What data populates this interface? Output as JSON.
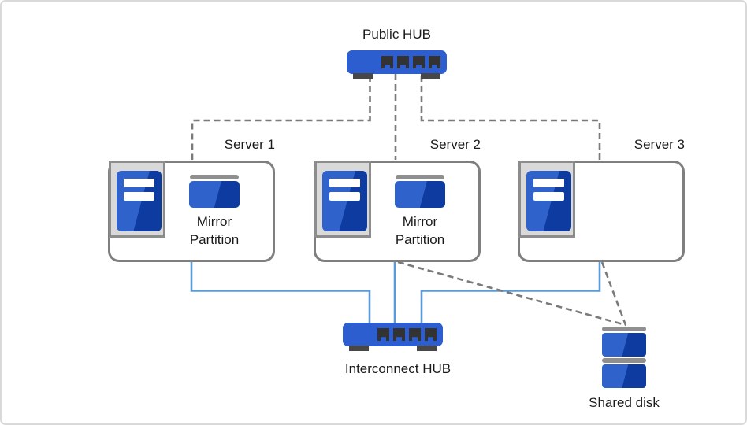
{
  "diagram": {
    "title_note": "cluster-architecture-diagram",
    "public_hub": {
      "label": "Public HUB"
    },
    "servers": [
      {
        "label": "Server 1",
        "storage_label": "Mirror Partition"
      },
      {
        "label": "Server 2",
        "storage_label": "Mirror Partition"
      },
      {
        "label": "Server 3"
      }
    ],
    "interconnect_hub": {
      "label": "Interconnect HUB"
    },
    "shared_disk": {
      "label": "Shared disk"
    },
    "colors": {
      "hub_blue": "#2d5ecf",
      "device_blue_light": "#2f62cb",
      "device_blue_dark": "#0d3ba0",
      "connector_blue": "#5b9bd5",
      "connector_gray": "#7a7a7a",
      "frame_gray_fill": "#d9d9d9",
      "frame_gray_border": "#8c8c8c",
      "box_border_gray": "#7f7f7f",
      "cap_gray": "#8f8f8f",
      "port_dark": "#333333",
      "text_color": "#1a1a1a"
    }
  }
}
